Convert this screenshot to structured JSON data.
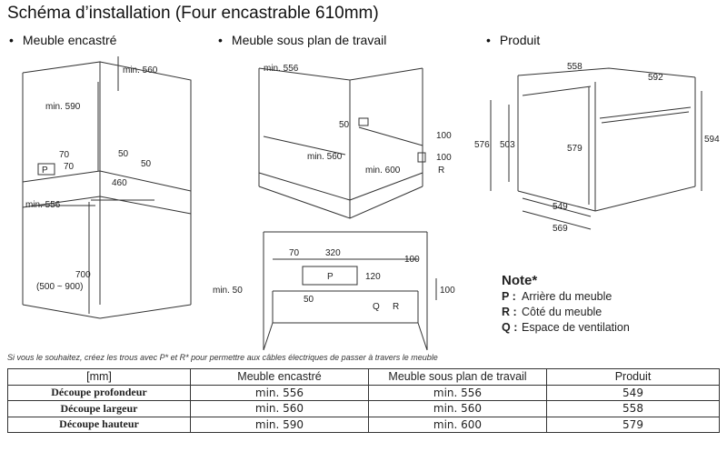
{
  "title": "Schéma d’installation (Four encastrable 610mm)",
  "sections": {
    "built_in": "Meuble encastré",
    "under_counter": "Meuble sous plan de travail",
    "product": "Produit"
  },
  "diagram_labels": {
    "a_min560": "min. 560",
    "a_min590": "min. 590",
    "a_70": "70",
    "a_p": "P",
    "a_70b": "70",
    "a_50a": "50",
    "a_50b": "50",
    "a_460": "460",
    "a_min556": "min. 556",
    "a_700": "700",
    "a_range": "(500 ~ 900)",
    "b_min556": "min. 556",
    "b_50": "50",
    "b_min560": "min. 560",
    "b_min600": "min. 600",
    "b_100a": "100",
    "b_100b": "100",
    "b_r": "R",
    "c_70": "70",
    "c_320": "320",
    "c_p": "P",
    "c_120": "120",
    "c_100a": "100",
    "c_100b": "100",
    "c_min50": "min. 50",
    "c_50": "50",
    "c_q": "Q",
    "c_r": "R",
    "d_558": "558",
    "d_592": "592",
    "d_576": "576",
    "d_503": "503",
    "d_579": "579",
    "d_594": "594",
    "d_549": "549",
    "d_569": "569"
  },
  "note": {
    "title": "Note*",
    "items": [
      {
        "key": "P :",
        "text": "Arrière du meuble"
      },
      {
        "key": "R :",
        "text": "Côté du meuble"
      },
      {
        "key": "Q :",
        "text": "Espace de ventilation"
      }
    ]
  },
  "footnote": "Si vous le souhaitez, créez les trous avec P* et R* pour permettre aux câbles électriques de passer à travers le meuble",
  "table": {
    "headers": [
      "[mm]",
      "Meuble encastré",
      "Meuble sous plan de travail",
      "Produit"
    ],
    "rows": [
      {
        "label": "Découpe profondeur",
        "values": [
          "min. 556",
          "min. 556",
          "549"
        ]
      },
      {
        "label": "Découpe largeur",
        "values": [
          "min. 560",
          "min. 560",
          "558"
        ]
      },
      {
        "label": "Découpe hauteur",
        "values": [
          "min. 590",
          "min. 600",
          "579"
        ]
      }
    ]
  }
}
